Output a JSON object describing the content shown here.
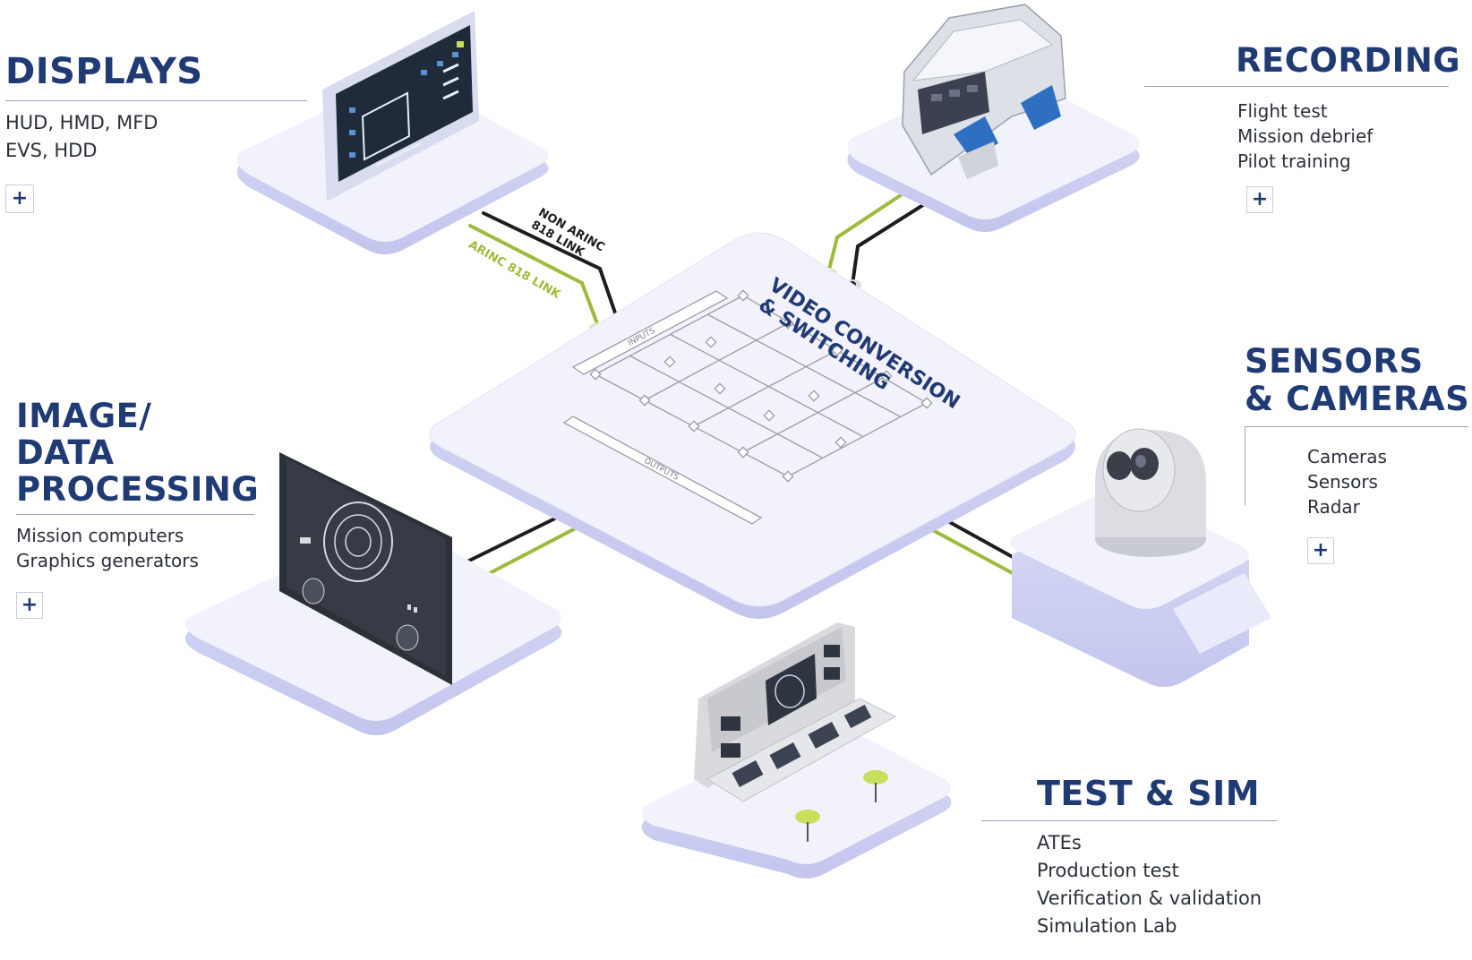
{
  "sections": {
    "displays": {
      "title_lines": [
        "DISPLAYS"
      ],
      "items": [
        "HUD, HMD, MFD",
        "EVS, HDD"
      ],
      "expand_symbol": "+"
    },
    "recording": {
      "title_lines": [
        "RECORDING"
      ],
      "items": [
        "Flight test",
        "Mission debrief",
        "Pilot training"
      ],
      "expand_symbol": "+"
    },
    "image_data_processing": {
      "title_lines": [
        "IMAGE/",
        "DATA",
        "PROCESSING"
      ],
      "items": [
        "Mission computers",
        "Graphics generators"
      ],
      "expand_symbol": "+"
    },
    "sensors_cameras": {
      "title_lines": [
        "SENSORS",
        "& CAMERAS"
      ],
      "items": [
        "Cameras",
        "Sensors",
        "Radar"
      ],
      "expand_symbol": "+"
    },
    "test_sim": {
      "title_lines": [
        "TEST & SIM"
      ],
      "items": [
        "ATEs",
        "Production test",
        "Verification & validation",
        "Simulation Lab"
      ]
    }
  },
  "hub": {
    "title_lines": [
      "VIDEO CONVERSION",
      "& SWITCHING"
    ],
    "inputs_label": "INPUTS",
    "outputs_label": "OUTPUTS"
  },
  "links": {
    "non_arinc_lines": [
      "NON ARINC",
      "818 LINK"
    ],
    "arinc": "ARINC 818 LINK"
  },
  "colors": {
    "title": "#203a74",
    "text": "#2b2f3a",
    "platform": "#eef0fb",
    "platform_side": "#c9cbf0",
    "arinc_link": "#9dbb3a",
    "non_arinc_link": "#1d1d1f"
  }
}
